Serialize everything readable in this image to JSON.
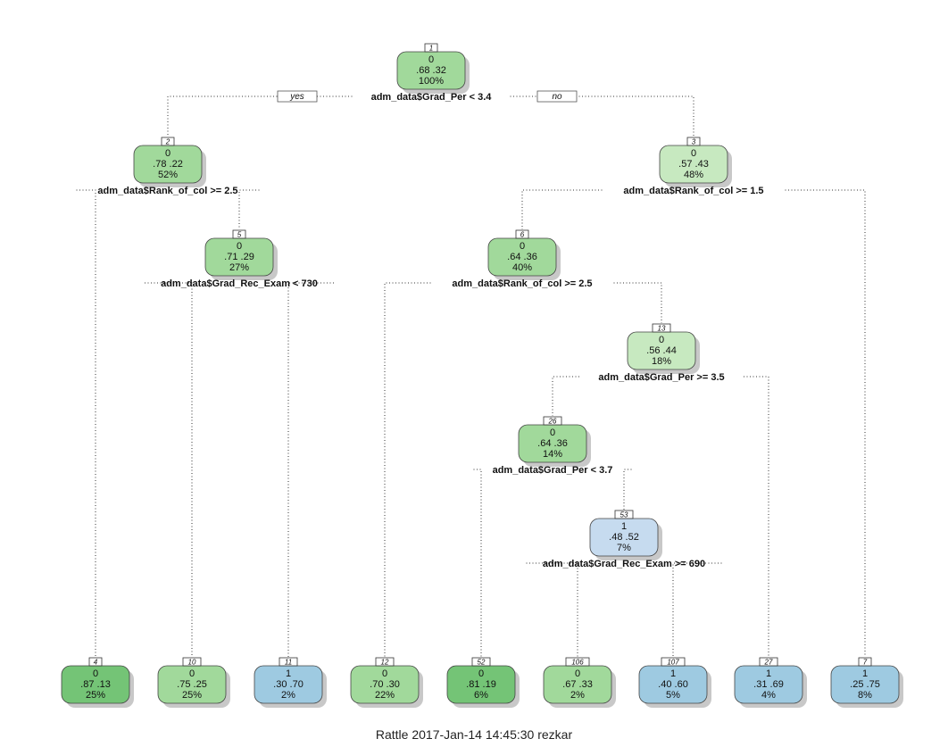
{
  "colors": {
    "green_strong": "#74c476",
    "green_mid": "#a1d99b",
    "green_light": "#c7e9c0",
    "blue_light": "#c6dbef",
    "blue_mid": "#9ecae1",
    "edge": "#333333",
    "shadow": "#c8c8c8"
  },
  "branch_labels": {
    "yes": "yes",
    "no": "no"
  },
  "nodes": [
    {
      "id": "1",
      "cls": "0",
      "probs": ".68  .32",
      "pct": "100%",
      "color": "green_mid",
      "split": "adm_data$Grad_Per < 3.4"
    },
    {
      "id": "2",
      "cls": "0",
      "probs": ".78  .22",
      "pct": "52%",
      "color": "green_mid",
      "split": "adm_data$Rank_of_col >= 2.5"
    },
    {
      "id": "3",
      "cls": "0",
      "probs": ".57  .43",
      "pct": "48%",
      "color": "green_light",
      "split": "adm_data$Rank_of_col >= 1.5"
    },
    {
      "id": "5",
      "cls": "0",
      "probs": ".71  .29",
      "pct": "27%",
      "color": "green_mid",
      "split": "adm_data$Grad_Rec_Exam < 730"
    },
    {
      "id": "6",
      "cls": "0",
      "probs": ".64  .36",
      "pct": "40%",
      "color": "green_mid",
      "split": "adm_data$Rank_of_col >= 2.5"
    },
    {
      "id": "13",
      "cls": "0",
      "probs": ".56  .44",
      "pct": "18%",
      "color": "green_light",
      "split": "adm_data$Grad_Per >= 3.5"
    },
    {
      "id": "26",
      "cls": "0",
      "probs": ".64  .36",
      "pct": "14%",
      "color": "green_mid",
      "split": "adm_data$Grad_Per < 3.7"
    },
    {
      "id": "53",
      "cls": "1",
      "probs": ".48  .52",
      "pct": "7%",
      "color": "blue_light",
      "split": "adm_data$Grad_Rec_Exam >= 690"
    },
    {
      "id": "4",
      "cls": "0",
      "probs": ".87  .13",
      "pct": "25%",
      "color": "green_strong",
      "split": ""
    },
    {
      "id": "10",
      "cls": "0",
      "probs": ".75  .25",
      "pct": "25%",
      "color": "green_mid",
      "split": ""
    },
    {
      "id": "11",
      "cls": "1",
      "probs": ".30  .70",
      "pct": "2%",
      "color": "blue_mid",
      "split": ""
    },
    {
      "id": "12",
      "cls": "0",
      "probs": ".70  .30",
      "pct": "22%",
      "color": "green_mid",
      "split": ""
    },
    {
      "id": "52",
      "cls": "0",
      "probs": ".81  .19",
      "pct": "6%",
      "color": "green_strong",
      "split": ""
    },
    {
      "id": "106",
      "cls": "0",
      "probs": ".67  .33",
      "pct": "2%",
      "color": "green_mid",
      "split": ""
    },
    {
      "id": "107",
      "cls": "1",
      "probs": ".40  .60",
      "pct": "5%",
      "color": "blue_mid",
      "split": ""
    },
    {
      "id": "27",
      "cls": "1",
      "probs": ".31  .69",
      "pct": "4%",
      "color": "blue_mid",
      "split": ""
    },
    {
      "id": "7",
      "cls": "1",
      "probs": ".25  .75",
      "pct": "8%",
      "color": "blue_mid",
      "split": ""
    }
  ],
  "edges": [
    {
      "from": "1",
      "to": "2"
    },
    {
      "from": "1",
      "to": "3"
    },
    {
      "from": "2",
      "to": "4"
    },
    {
      "from": "2",
      "to": "5"
    },
    {
      "from": "5",
      "to": "10"
    },
    {
      "from": "5",
      "to": "11"
    },
    {
      "from": "3",
      "to": "6"
    },
    {
      "from": "3",
      "to": "7"
    },
    {
      "from": "6",
      "to": "12"
    },
    {
      "from": "6",
      "to": "13"
    },
    {
      "from": "13",
      "to": "26"
    },
    {
      "from": "13",
      "to": "27"
    },
    {
      "from": "26",
      "to": "52"
    },
    {
      "from": "26",
      "to": "53"
    },
    {
      "from": "53",
      "to": "106"
    },
    {
      "from": "53",
      "to": "107"
    }
  ],
  "footer": "Rattle 2017-Jan-14 14:45:30 rezkar"
}
